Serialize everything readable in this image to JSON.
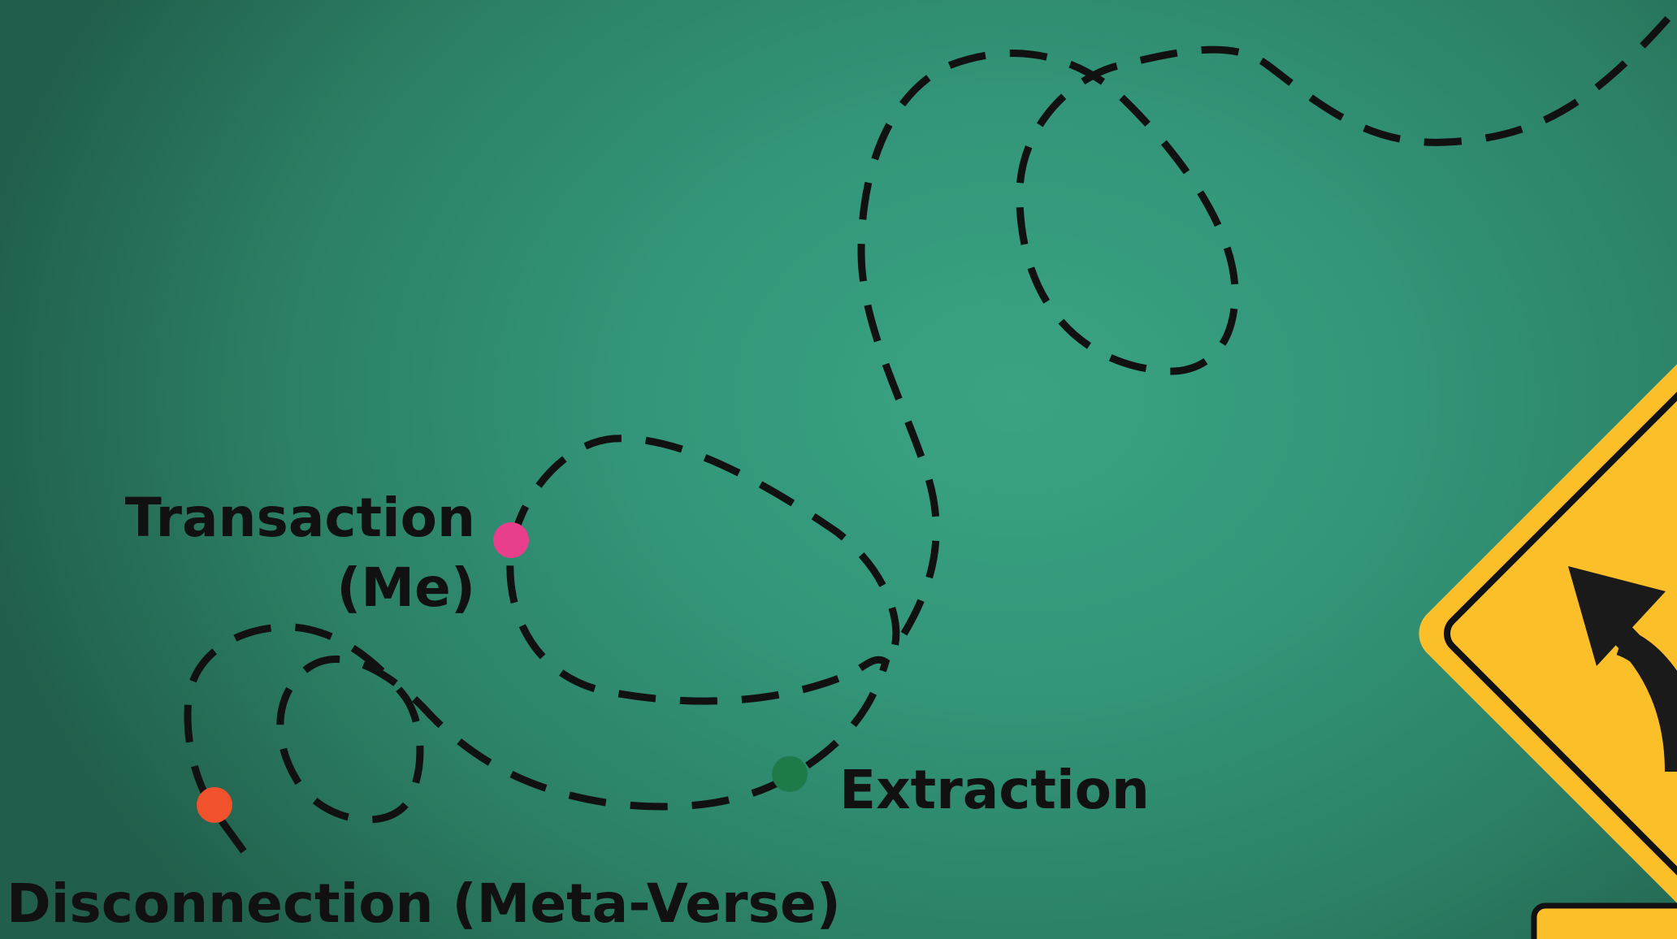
{
  "labels": {
    "transaction": [
      "Transaction",
      "(Me)"
    ],
    "extraction": "Extraction",
    "disconnection": "Disconnection (Meta-Verse)"
  },
  "colors": {
    "transaction_dot": "#e83e8c",
    "extraction_dot": "#1f7a4a",
    "disconnection_dot": "#f0522c",
    "path": "#111111",
    "sign_fill": "#fbbf2a"
  },
  "icons": {
    "sign": "merge-left-road-sign-icon"
  }
}
